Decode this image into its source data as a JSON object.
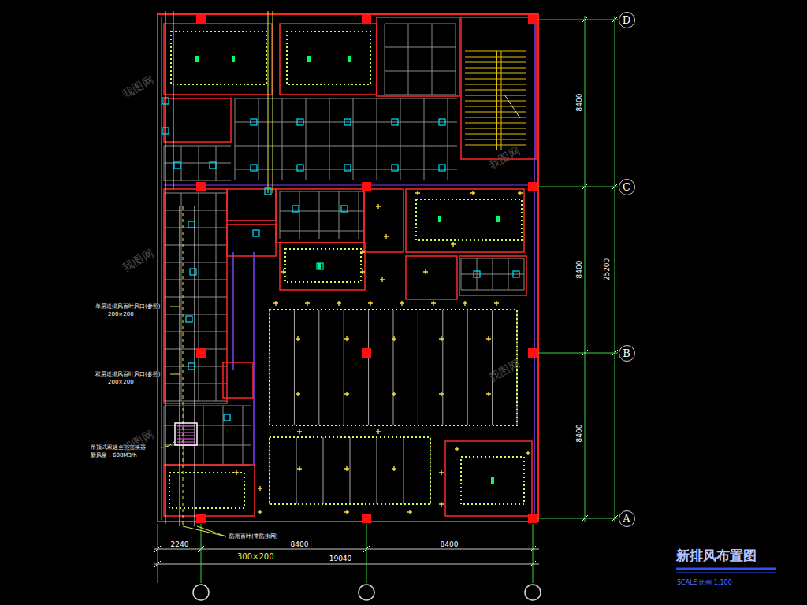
{
  "diagram": {
    "title": "新排风布置图",
    "nodes": [
      {
        "text": [
          "D"
        ]
      },
      {
        "text": [
          "C"
        ]
      },
      {
        "text": [
          "B"
        ]
      },
      {
        "text": [
          "A"
        ]
      }
    ],
    "labels": [
      "8400",
      "8400",
      "8400",
      "25200",
      "2240",
      "8400",
      "8400",
      "19040",
      "单层送排风百叶风口(参照)",
      "200×200",
      "双层送排风百叶风口(参照)",
      "200×200",
      "吊顶式双速全热交换器",
      "新风量：600M3/h",
      "防雨百叶(带防虫网)",
      "300×200",
      "SCALE 比例  1:100",
      "我图网",
      "我图网",
      "我图网",
      "我图网",
      "我图网"
    ]
  }
}
